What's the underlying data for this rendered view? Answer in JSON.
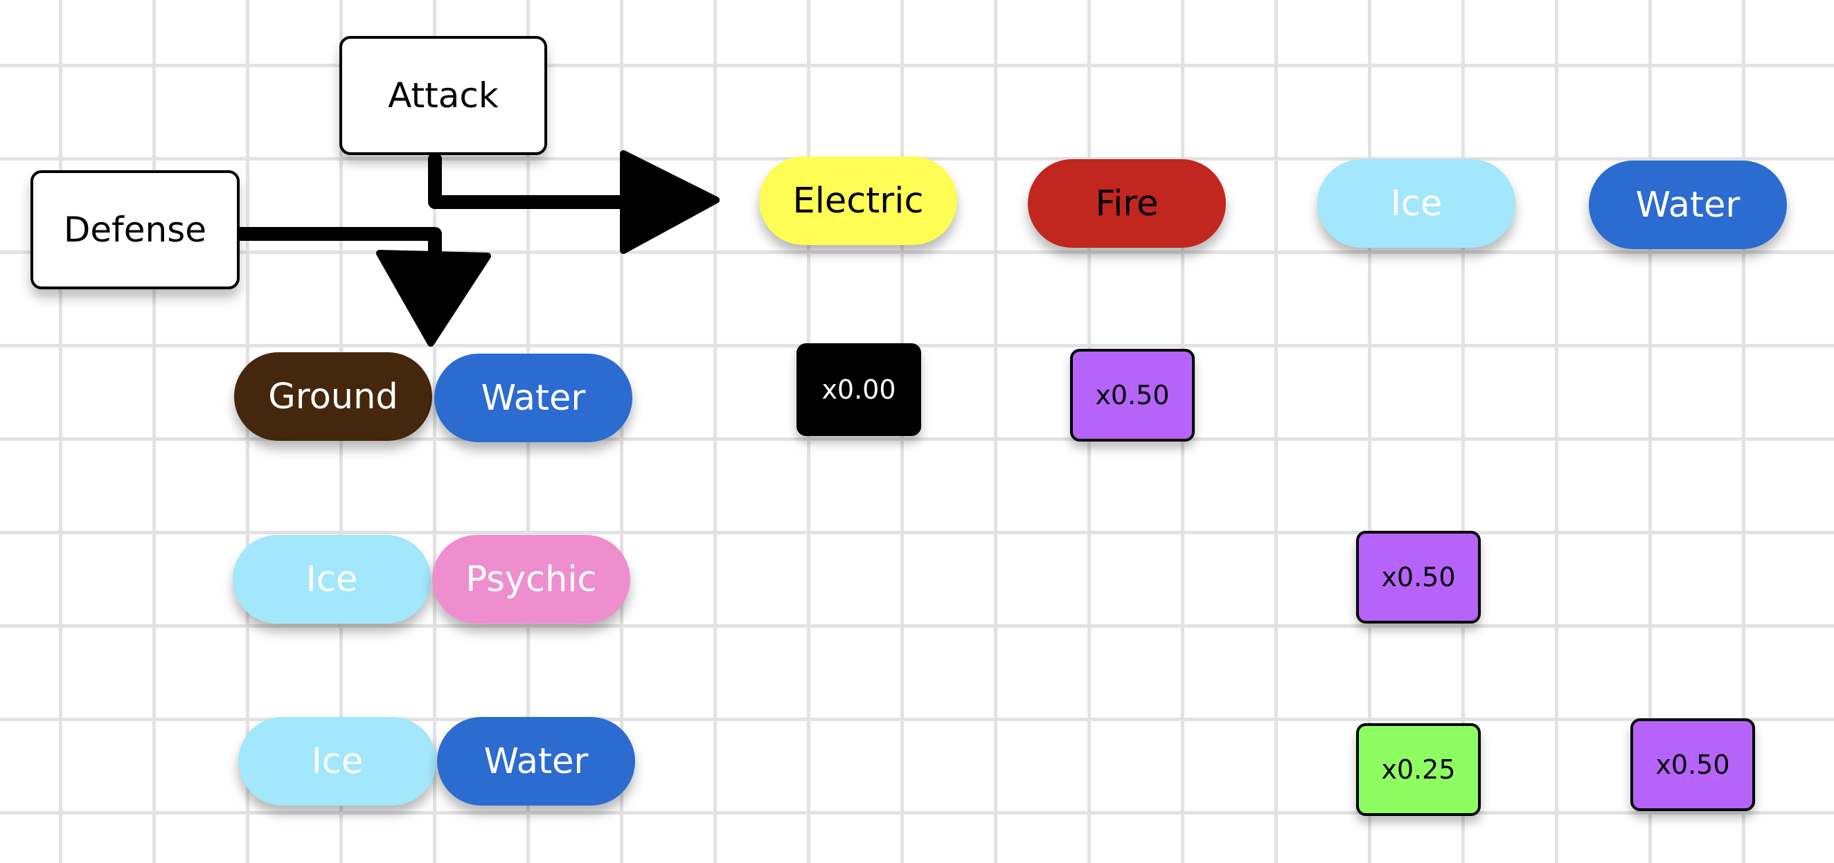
{
  "headers": {
    "attack_label": "Attack",
    "defense_label": "Defense"
  },
  "attack_types": [
    {
      "label": "Electric",
      "color": "#fdfd54"
    },
    {
      "label": "Fire",
      "color": "#c1261f"
    },
    {
      "label": "Ice",
      "color": "#a2e7fb"
    },
    {
      "label": "Water",
      "color": "#2c6bd0"
    }
  ],
  "defense_rows": [
    {
      "types": [
        {
          "label": "Ground",
          "color": "#45270d"
        },
        {
          "label": "Water",
          "color": "#2c6bd0"
        }
      ]
    },
    {
      "types": [
        {
          "label": "Ice",
          "color": "#a2e7fb"
        },
        {
          "label": "Psychic",
          "color": "#ee8ecf"
        }
      ]
    },
    {
      "types": [
        {
          "label": "Ice",
          "color": "#a2e7fb"
        },
        {
          "label": "Water",
          "color": "#2c6bd0"
        }
      ]
    }
  ],
  "multipliers": [
    {
      "row": "Ground/Water",
      "attack": "Electric",
      "label": "x0.00",
      "color": "#000000"
    },
    {
      "row": "Ground/Water",
      "attack": "Fire",
      "label": "x0.50",
      "color": "#b563f8"
    },
    {
      "row": "Ice/Psychic",
      "attack": "Ice",
      "label": "x0.50",
      "color": "#b563f8"
    },
    {
      "row": "Ice/Water",
      "attack": "Ice",
      "label": "x0.25",
      "color": "#8efd62"
    },
    {
      "row": "Ice/Water",
      "attack": "Water",
      "label": "x0.50",
      "color": "#b563f8"
    }
  ]
}
